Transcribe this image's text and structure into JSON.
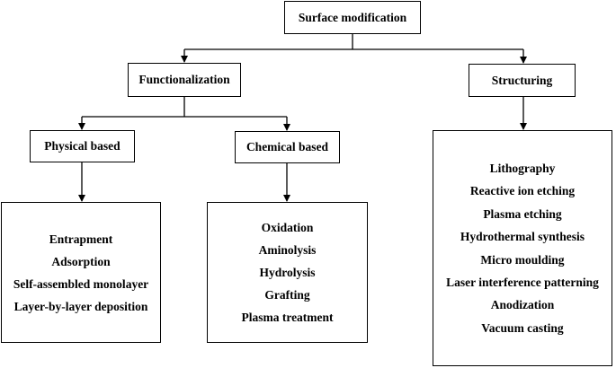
{
  "root": {
    "label": "Surface modification"
  },
  "functionalization": {
    "label": "Functionalization",
    "physical": {
      "label": "Physical based",
      "items": [
        "Entrapment",
        "Adsorption",
        "Self-assembled monolayer",
        "Layer-by-layer deposition"
      ]
    },
    "chemical": {
      "label": "Chemical based",
      "items": [
        "Oxidation",
        "Aminolysis",
        "Hydrolysis",
        "Grafting",
        "Plasma treatment"
      ]
    }
  },
  "structuring": {
    "label": "Structuring",
    "items": [
      "Lithography",
      "Reactive ion etching",
      "Plasma etching",
      "Hydrothermal synthesis",
      "Micro moulding",
      "Laser interference patterning",
      "Anodization",
      "Vacuum casting"
    ]
  }
}
